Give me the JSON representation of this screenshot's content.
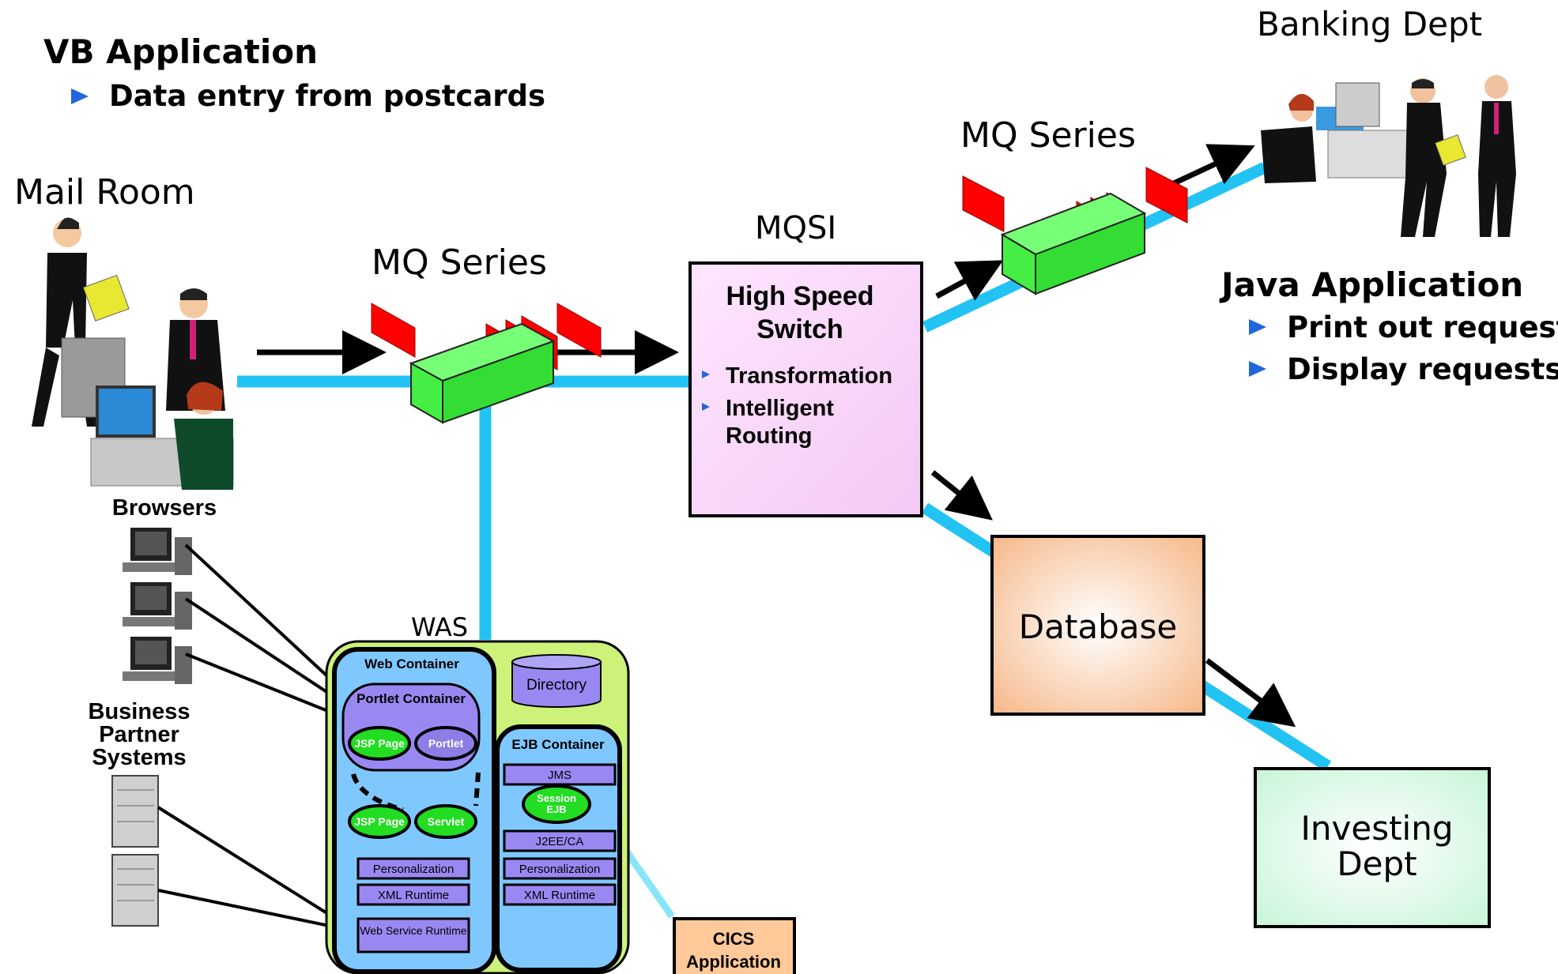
{
  "vb": {
    "title": "VB Application",
    "bullet": "Data entry from postcards"
  },
  "mail_room": "Mail Room",
  "mq_left": "MQ Series",
  "mq_right": "MQ Series",
  "mqsi": {
    "label": "MQSI",
    "title_line1": "High Speed",
    "title_line2": "Switch",
    "items": [
      "Transformation",
      "Intelligent",
      "Routing"
    ]
  },
  "banking": "Banking Dept",
  "java": {
    "title": "Java Application",
    "bullets": [
      "Print out requests",
      "Display requests"
    ]
  },
  "database": "Database",
  "investing": {
    "line1": "Investing",
    "line2": "Dept"
  },
  "browsers": "Browsers",
  "bps": [
    "Business",
    "Partner",
    "Systems"
  ],
  "was": {
    "label": "WAS",
    "web_container": "Web Container",
    "portlet_container": "Portlet Container",
    "jsp_page": "JSP Page",
    "portlet": "Portlet",
    "servlet": "Servlet",
    "web_items": [
      "Personalization",
      "XML Runtime",
      "Web Service Runtime"
    ],
    "directory": "Directory",
    "ejb_container": "EJB Container",
    "jms": "JMS",
    "session_ejb_1": "Session",
    "session_ejb_2": "EJB",
    "j2eeca": "J2EE/CA",
    "ejb_items": [
      "Personalization",
      "XML Runtime"
    ]
  },
  "cics": {
    "line1": "CICS",
    "line2": "Application"
  },
  "colors": {
    "pipe": "#22c3f3",
    "mq_green": "#44ee44",
    "mq_red": "#ff0000",
    "bullet": "#2266dd"
  }
}
